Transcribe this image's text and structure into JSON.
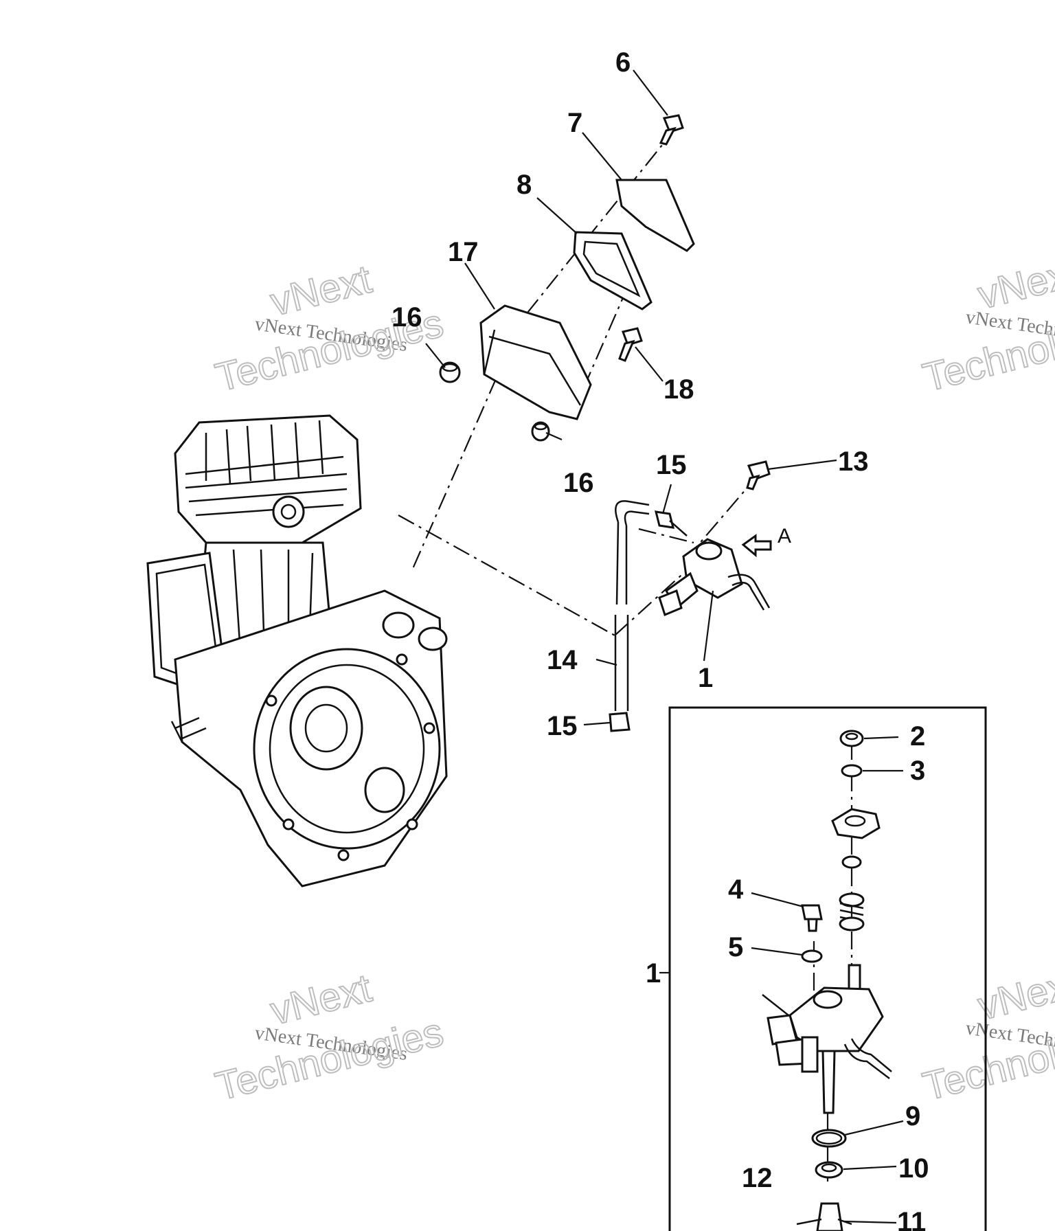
{
  "diagram": {
    "callouts": {
      "c1": "1",
      "c1b": "1",
      "c2": "2",
      "c3": "3",
      "c4": "4",
      "c5": "5",
      "c6": "6",
      "c7": "7",
      "c8": "8",
      "c9": "9",
      "c10": "10",
      "c11": "11",
      "c12": "12",
      "c13": "13",
      "c14": "14",
      "c15a": "15",
      "c15b": "15",
      "c16a": "16",
      "c16b": "16",
      "c17": "17",
      "c18": "18"
    },
    "view_marker": "A",
    "watermark": {
      "line1": "vNext Technologies",
      "line2": "vNext",
      "line3": "Technologies"
    }
  }
}
